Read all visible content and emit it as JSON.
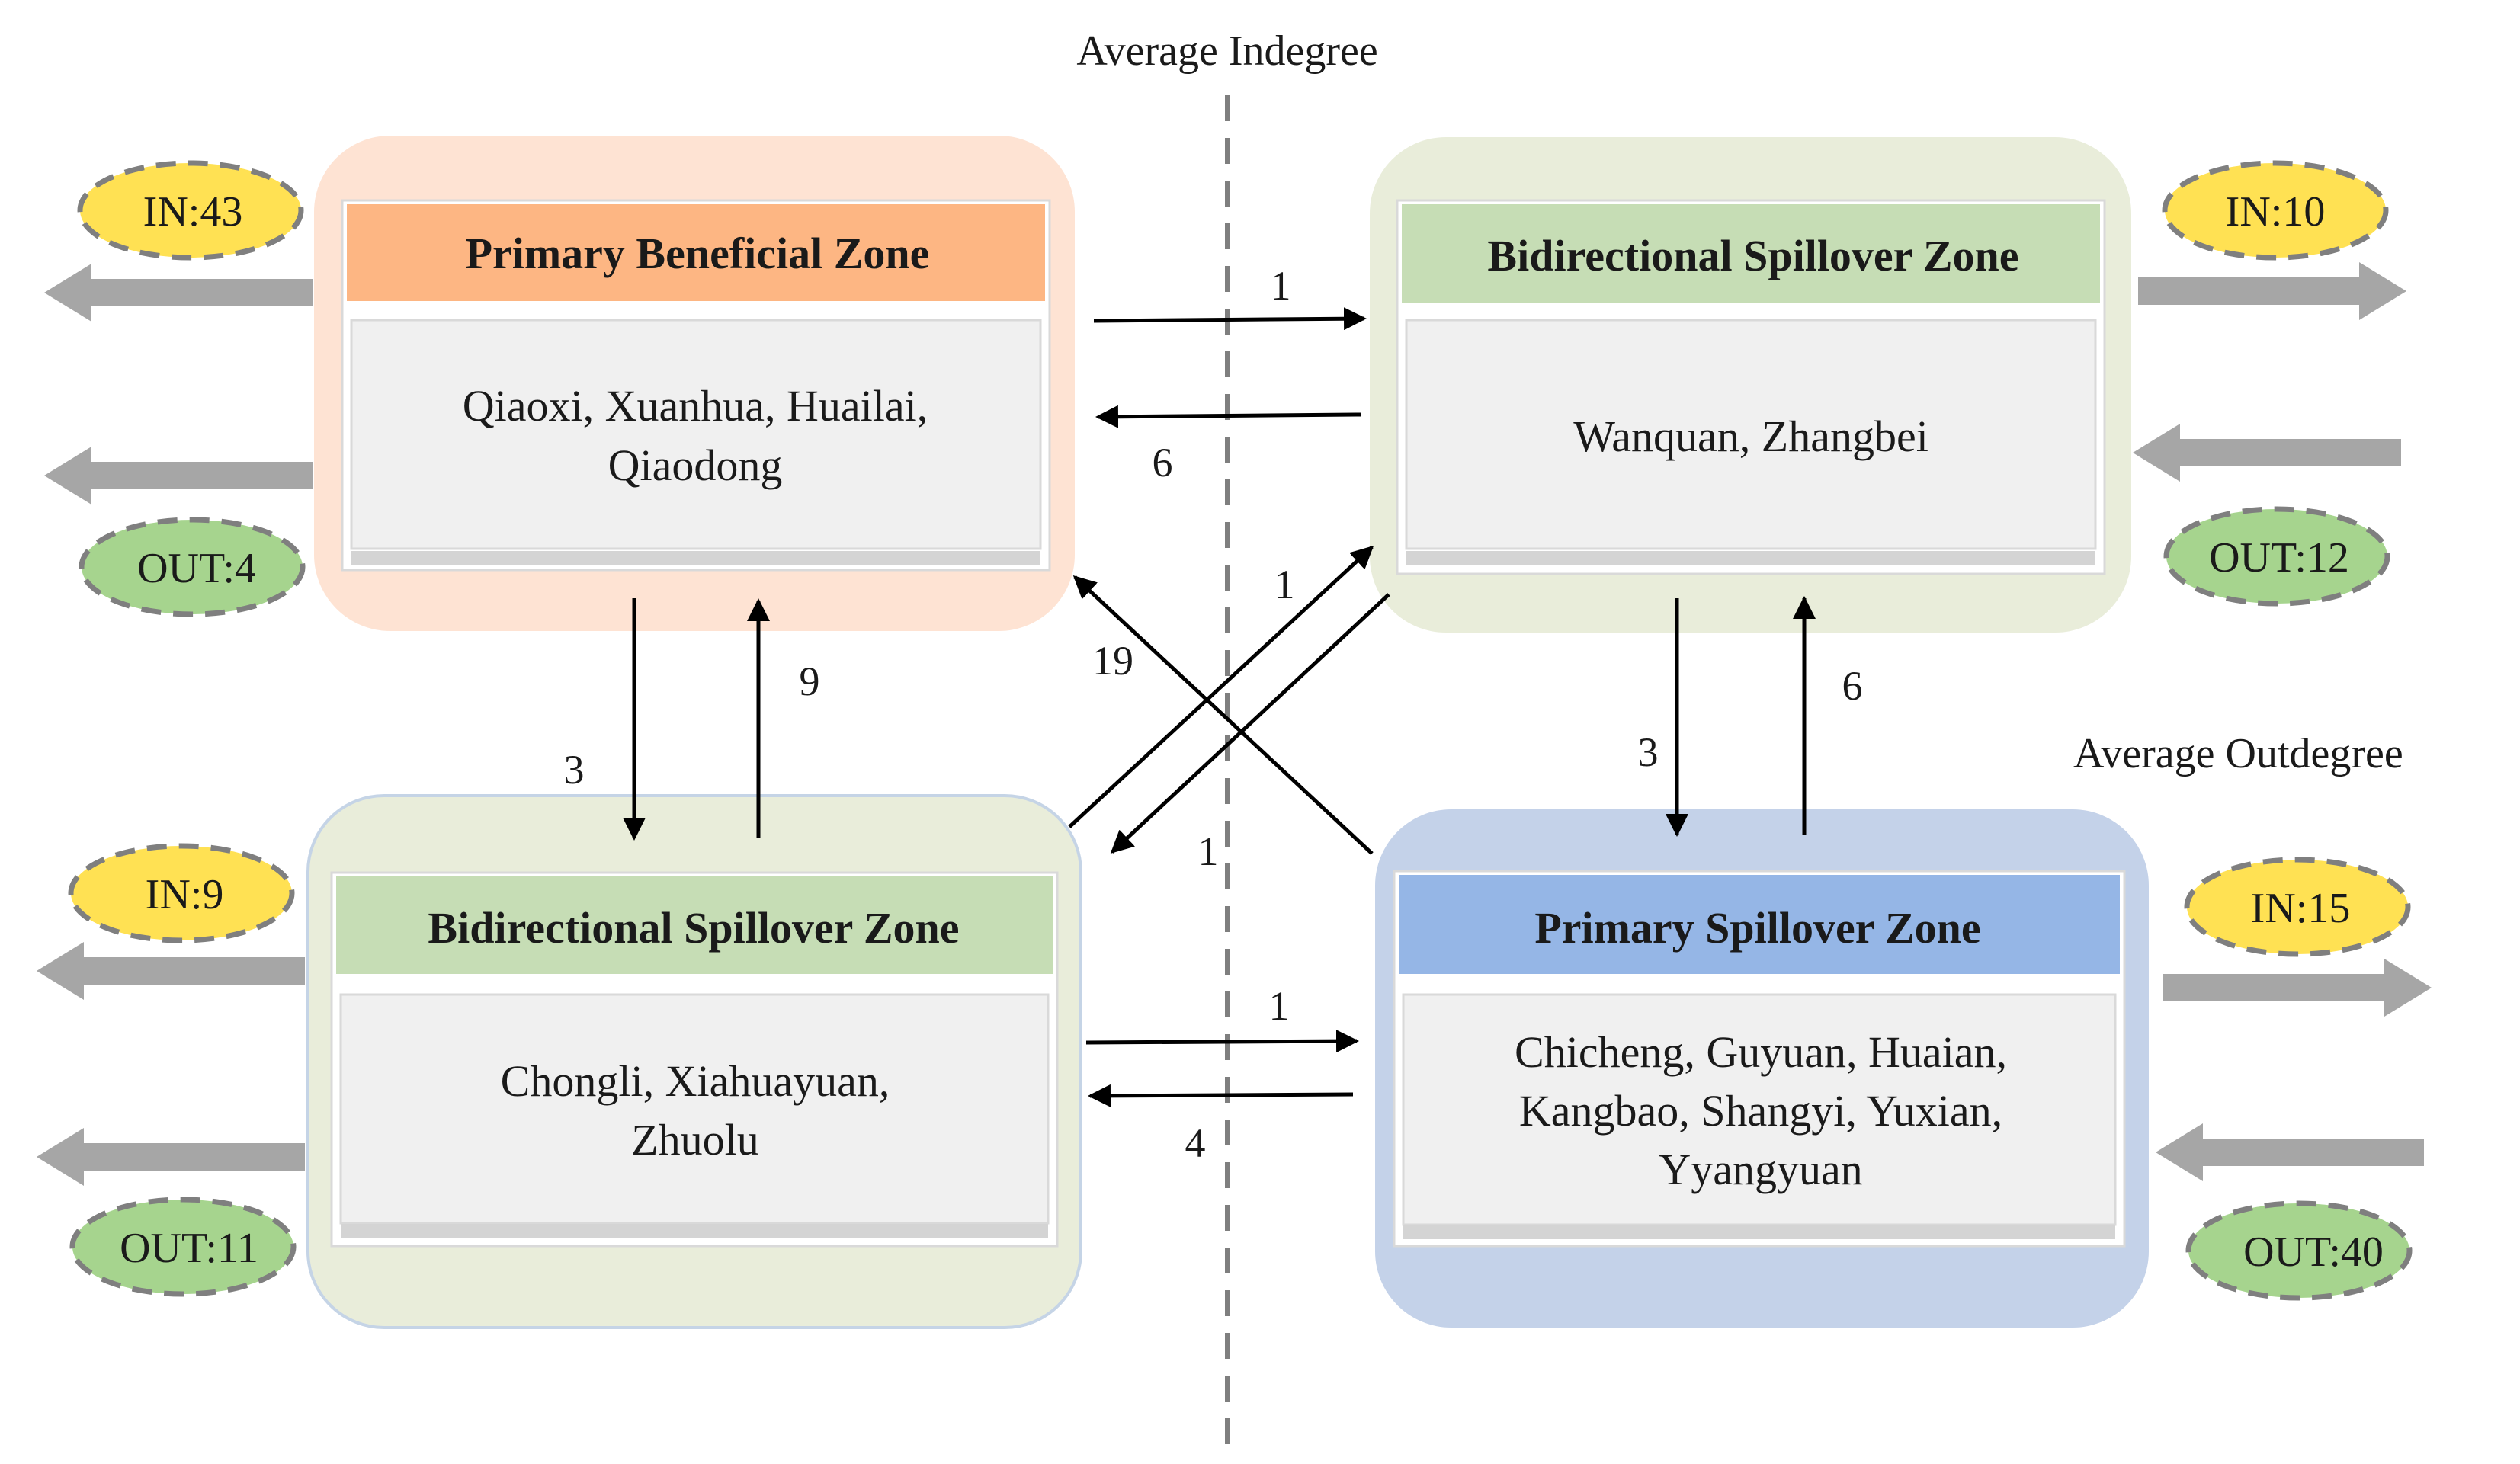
{
  "axis_labels": {
    "indegree": "Average Indegree",
    "outdegree": "Average Outdegree"
  },
  "colors": {
    "pbz_bg": "#FEE3D3",
    "pbz_header": "#FDB683",
    "bsz_bg": "#E9EDDA",
    "bsz_header": "#C6DDB5",
    "psz_bg": "#C4D2E9",
    "psz_header": "#95B6E6",
    "box_inner": "#F0F0F0",
    "badge_in": "#FFE153",
    "badge_out": "#A6D48E",
    "big_arrow": "#A6A6A6"
  },
  "zones": {
    "primary_beneficial": {
      "title": "Primary Beneficial Zone",
      "members": [
        "Qiaoxi,  Xuanhua, Huailai,",
        "Qiaodong"
      ],
      "in": "IN:43",
      "out": "OUT:4"
    },
    "bidirectional_top": {
      "title": "Bidirectional  Spillover Zone",
      "members": [
        "Wanquan, Zhangbei"
      ],
      "in": "IN:10",
      "out": "OUT:12"
    },
    "bidirectional_bottom": {
      "title": "Bidirectional  Spillover Zone",
      "members": [
        "Chongli, Xiahuayuan,",
        "Zhuolu"
      ],
      "in": "IN:9",
      "out": "OUT:11"
    },
    "primary_spillover": {
      "title": "Primary Spillover Zone",
      "members": [
        "Chicheng, Guyuan, Huaian,",
        "Kangbao, Shangyi, Yuxian,",
        "Yyangyuan"
      ],
      "in": "IN:15",
      "out": "OUT:40"
    }
  },
  "links": {
    "pbz_to_bst": "1",
    "bst_to_pbz": "6",
    "pbz_to_bsb": "3",
    "bsb_to_pbz": "9",
    "psz_to_pbz": "19",
    "bsb_to_bst": "1",
    "bst_to_bsb": "1",
    "bst_to_psz": "3",
    "psz_to_bst": "6",
    "bsb_to_psz": "1",
    "psz_to_bsb": "4"
  }
}
